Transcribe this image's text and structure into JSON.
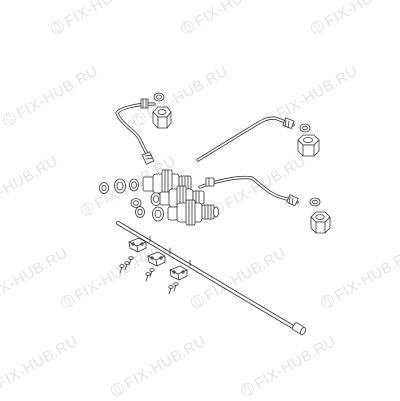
{
  "watermark": {
    "text": "FIX-HUB.RU",
    "color": "#e3e3e3"
  },
  "diagram": {
    "line_color": "#333333",
    "fill_color": "#ffffff",
    "parts": [
      "gas-pipe-upper-left",
      "gas-pipe-upper-right",
      "gas-pipe-lower-right",
      "pipe-nut-upper-left",
      "pipe-nut-upper-right",
      "pipe-nut-lower-right",
      "gas-tap-valves",
      "gas-tap-seals",
      "clamp-brackets",
      "fixing-screws",
      "gas-manifold-rail"
    ]
  }
}
